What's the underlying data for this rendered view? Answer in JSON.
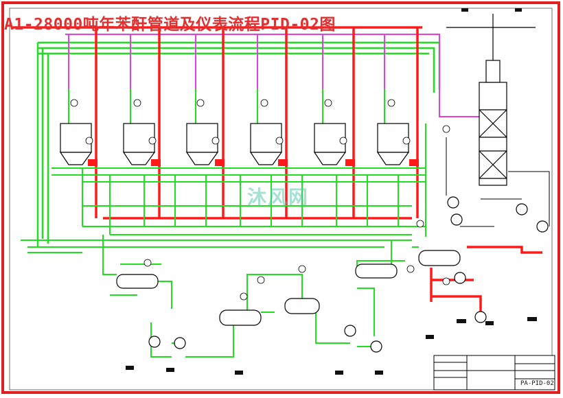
{
  "title": "A1-28000吨年苯酐管道及仪表流程PID-02图",
  "watermark": "沐风网",
  "title_block": {
    "drawing_no": "PA-PID-02"
  },
  "colors": {
    "frame": "#e02020",
    "main_pipe": "#ff1a1a",
    "secondary_pipe": "#1ee01e",
    "utility_pipe": "#e040e0",
    "equipment": "#000000",
    "title": "#e03030"
  }
}
